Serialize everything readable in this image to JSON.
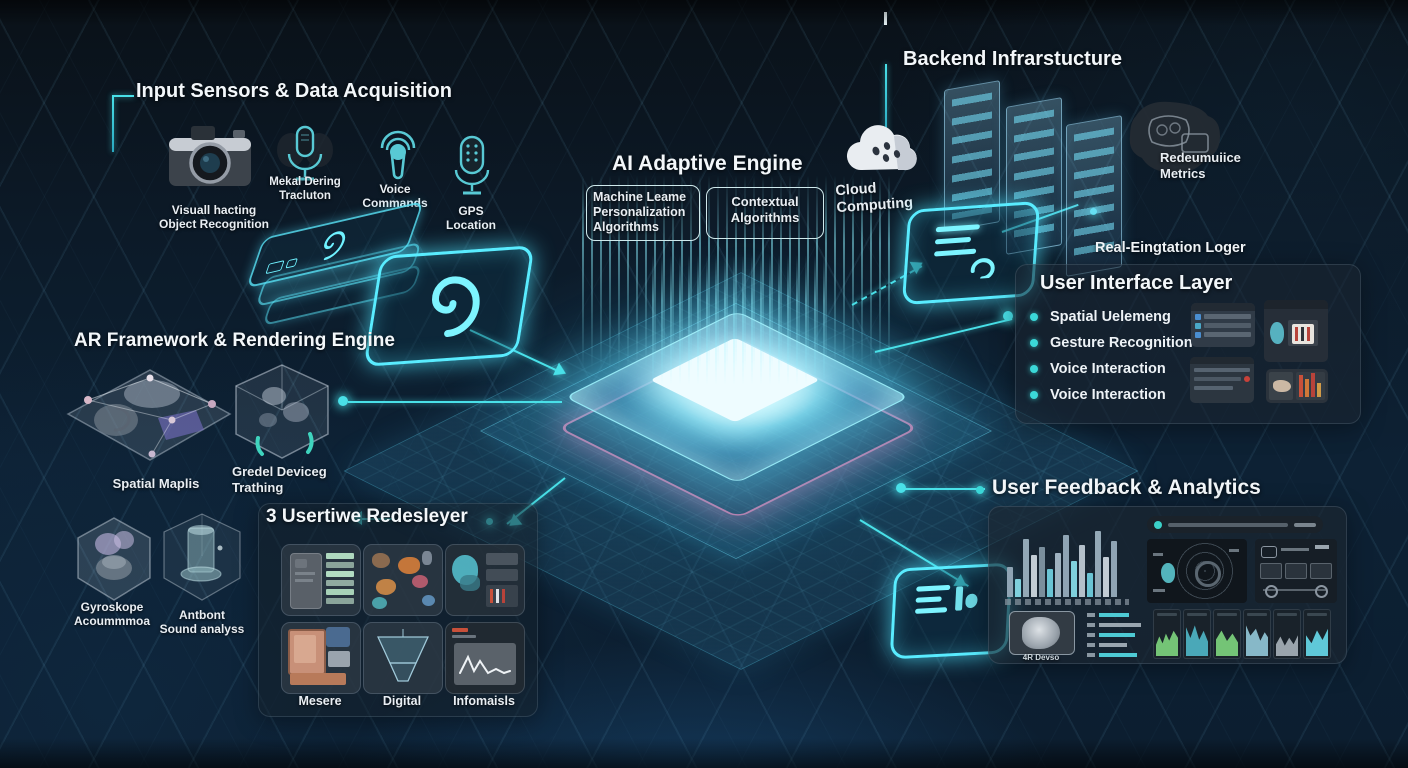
{
  "colors": {
    "accent": "#49e0e8",
    "pink": "#f08bbf",
    "bg": "#0c1e30",
    "green": "#74c476"
  },
  "input_sensors": {
    "title": "Input Sensors & Data Acquisition",
    "camera_label": "Visuall hacting\nObject Recognition",
    "mic_label": "Mekal Dering\nTracluton",
    "voice_label": "Voice\nCommands",
    "gps_label": "GPS\nLocation"
  },
  "ai_engine": {
    "title": "AI Adaptive Engine",
    "box1": "Machine Leame\nPersonalization\nAlgorithms",
    "box2": "Contextual\nAlgorithms"
  },
  "backend": {
    "title": "Backend Infrarstucture",
    "cloud": "Cloud\nComputing",
    "metrics": "Redeumuiice\nMetrics",
    "logger": "Real-Eingtation Loger"
  },
  "ui_layer": {
    "title": "User Interface Layer",
    "items": [
      "Spatial Uelemeng",
      "Gesture Recognition",
      "Voice Interaction",
      "Voice Interaction"
    ]
  },
  "ar_framework": {
    "title": "AR Framework & Rendering Engine",
    "spatial": "Spatial Maplis",
    "tracking": "Gredel Deviceg\nTrathing"
  },
  "motion": {
    "gyro": "Gyroskope\nAcoummmoa",
    "ambient": "Antbont\nSound analyss"
  },
  "redesign": {
    "title": "3 Usertiwe Redesleyer",
    "labels": [
      "Mesere",
      "Digital",
      "Infomaisls"
    ]
  },
  "analytics": {
    "title": "User Feedback & Analytics",
    "device_caption": "4R Devso"
  }
}
